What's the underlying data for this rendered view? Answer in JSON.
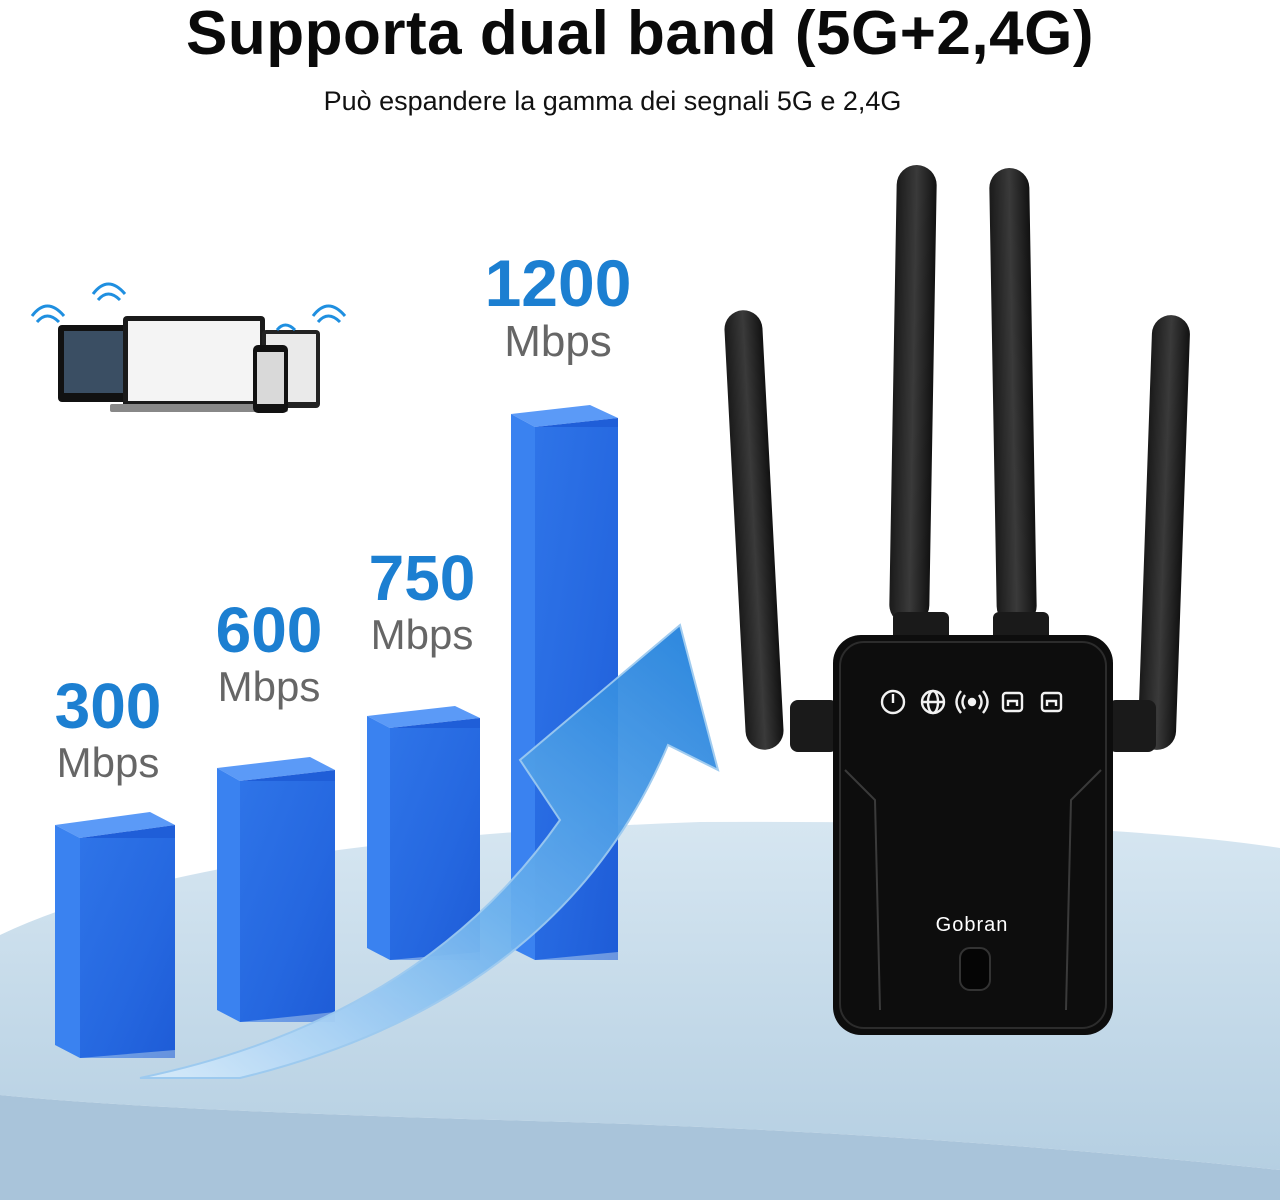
{
  "title": "Supporta dual band (5G+2,4G)",
  "subtitle": "Può espandere la gamma dei segnali 5G e 2,4G",
  "speeds": [
    {
      "value": "300",
      "unit": "Mbps"
    },
    {
      "value": "600",
      "unit": "Mbps"
    },
    {
      "value": "750",
      "unit": "Mbps"
    },
    {
      "value": "1200",
      "unit": "Mbps"
    }
  ],
  "device": {
    "brand": "Gobran",
    "indicator_icons": [
      "power-icon",
      "globe-icon",
      "wireless-signal-icon",
      "ethernet-port-icon",
      "ethernet-port-icon"
    ]
  },
  "colors": {
    "accent_blue": "#1c7fd1",
    "bar_blue": "#2f78f0",
    "platform": "#c9dcea",
    "device_body": "#0d0d0d"
  }
}
